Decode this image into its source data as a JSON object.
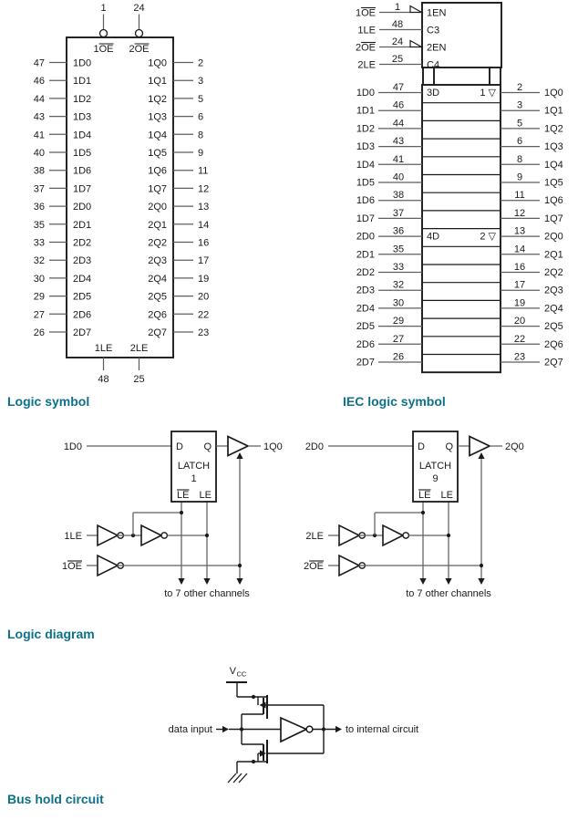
{
  "headings": {
    "logic_symbol": "Logic symbol",
    "iec_logic_symbol": "IEC logic symbol",
    "logic_diagram": "Logic diagram",
    "bus_hold": "Bus hold circuit"
  },
  "colors": {
    "heading": "#0d7189",
    "ink": "#1a1a1a",
    "wire": "#5f5f5f",
    "background": "#ffffff"
  },
  "logic_symbol": {
    "top_pins": [
      {
        "num": "1",
        "label": "1[OE]"
      },
      {
        "num": "24",
        "label": "2[OE]"
      }
    ],
    "bottom_pins": [
      {
        "num": "48",
        "label": "1LE"
      },
      {
        "num": "25",
        "label": "2LE"
      }
    ],
    "left_pins": [
      [
        "47",
        "1D0"
      ],
      [
        "46",
        "1D1"
      ],
      [
        "44",
        "1D2"
      ],
      [
        "43",
        "1D3"
      ],
      [
        "41",
        "1D4"
      ],
      [
        "40",
        "1D5"
      ],
      [
        "38",
        "1D6"
      ],
      [
        "37",
        "1D7"
      ],
      [
        "36",
        "2D0"
      ],
      [
        "35",
        "2D1"
      ],
      [
        "33",
        "2D2"
      ],
      [
        "32",
        "2D3"
      ],
      [
        "30",
        "2D4"
      ],
      [
        "29",
        "2D5"
      ],
      [
        "27",
        "2D6"
      ],
      [
        "26",
        "2D7"
      ]
    ],
    "right_pins": [
      [
        "2",
        "1Q0"
      ],
      [
        "3",
        "1Q1"
      ],
      [
        "5",
        "1Q2"
      ],
      [
        "6",
        "1Q3"
      ],
      [
        "8",
        "1Q4"
      ],
      [
        "9",
        "1Q5"
      ],
      [
        "11",
        "1Q6"
      ],
      [
        "12",
        "1Q7"
      ],
      [
        "13",
        "2Q0"
      ],
      [
        "14",
        "2Q1"
      ],
      [
        "16",
        "2Q2"
      ],
      [
        "17",
        "2Q3"
      ],
      [
        "19",
        "2Q4"
      ],
      [
        "20",
        "2Q5"
      ],
      [
        "22",
        "2Q6"
      ],
      [
        "23",
        "2Q7"
      ]
    ]
  },
  "iec_symbol": {
    "control_pins": [
      {
        "outer": "1[OE]",
        "num": "1",
        "inner": "1EN",
        "polarity": true
      },
      {
        "outer": "1LE",
        "num": "48",
        "inner": "C3",
        "polarity": false
      },
      {
        "outer": "2[OE]",
        "num": "24",
        "inner": "2EN",
        "polarity": true
      },
      {
        "outer": "2LE",
        "num": "25",
        "inner": "C4",
        "polarity": false
      }
    ],
    "rows": [
      {
        "left": "1D0",
        "lnum": "47",
        "rnum": "2",
        "right": "1Q0",
        "ileft": "3D",
        "iright": "1 ▽"
      },
      {
        "left": "1D1",
        "lnum": "46",
        "rnum": "3",
        "right": "1Q1"
      },
      {
        "left": "1D2",
        "lnum": "44",
        "rnum": "5",
        "right": "1Q2"
      },
      {
        "left": "1D3",
        "lnum": "43",
        "rnum": "6",
        "right": "1Q3"
      },
      {
        "left": "1D4",
        "lnum": "41",
        "rnum": "8",
        "right": "1Q4"
      },
      {
        "left": "1D5",
        "lnum": "40",
        "rnum": "9",
        "right": "1Q5"
      },
      {
        "left": "1D6",
        "lnum": "38",
        "rnum": "11",
        "right": "1Q6"
      },
      {
        "left": "1D7",
        "lnum": "37",
        "rnum": "12",
        "right": "1Q7"
      },
      {
        "left": "2D0",
        "lnum": "36",
        "rnum": "13",
        "right": "2Q0",
        "ileft": "4D",
        "iright": "2 ▽"
      },
      {
        "left": "2D1",
        "lnum": "35",
        "rnum": "14",
        "right": "2Q1"
      },
      {
        "left": "2D2",
        "lnum": "33",
        "rnum": "16",
        "right": "2Q2"
      },
      {
        "left": "2D3",
        "lnum": "32",
        "rnum": "17",
        "right": "2Q3"
      },
      {
        "left": "2D4",
        "lnum": "30",
        "rnum": "19",
        "right": "2Q4"
      },
      {
        "left": "2D5",
        "lnum": "29",
        "rnum": "20",
        "right": "2Q5"
      },
      {
        "left": "2D6",
        "lnum": "27",
        "rnum": "22",
        "right": "2Q6"
      },
      {
        "left": "2D7",
        "lnum": "26",
        "rnum": "23",
        "right": "2Q7"
      }
    ]
  },
  "logic_diagram": {
    "channels": [
      {
        "d_label": "1D0",
        "q_label": "1Q0",
        "le_label": "1LE",
        "oe_label": "1[OE]",
        "pin_d": "D",
        "pin_q": "Q",
        "latch_line1": "LATCH",
        "latch_line2": "1",
        "pin_le_bar": "[LE]",
        "pin_le": "LE",
        "note": "to 7 other channels"
      },
      {
        "d_label": "2D0",
        "q_label": "2Q0",
        "le_label": "2LE",
        "oe_label": "2[OE]",
        "pin_d": "D",
        "pin_q": "Q",
        "latch_line1": "LATCH",
        "latch_line2": "9",
        "pin_le_bar": "[LE]",
        "pin_le": "LE",
        "note": "to 7 other channels"
      }
    ]
  },
  "bus_hold": {
    "vcc_main": "V",
    "vcc_sub": "CC",
    "input_label": "data input",
    "output_label": "to internal circuit"
  }
}
